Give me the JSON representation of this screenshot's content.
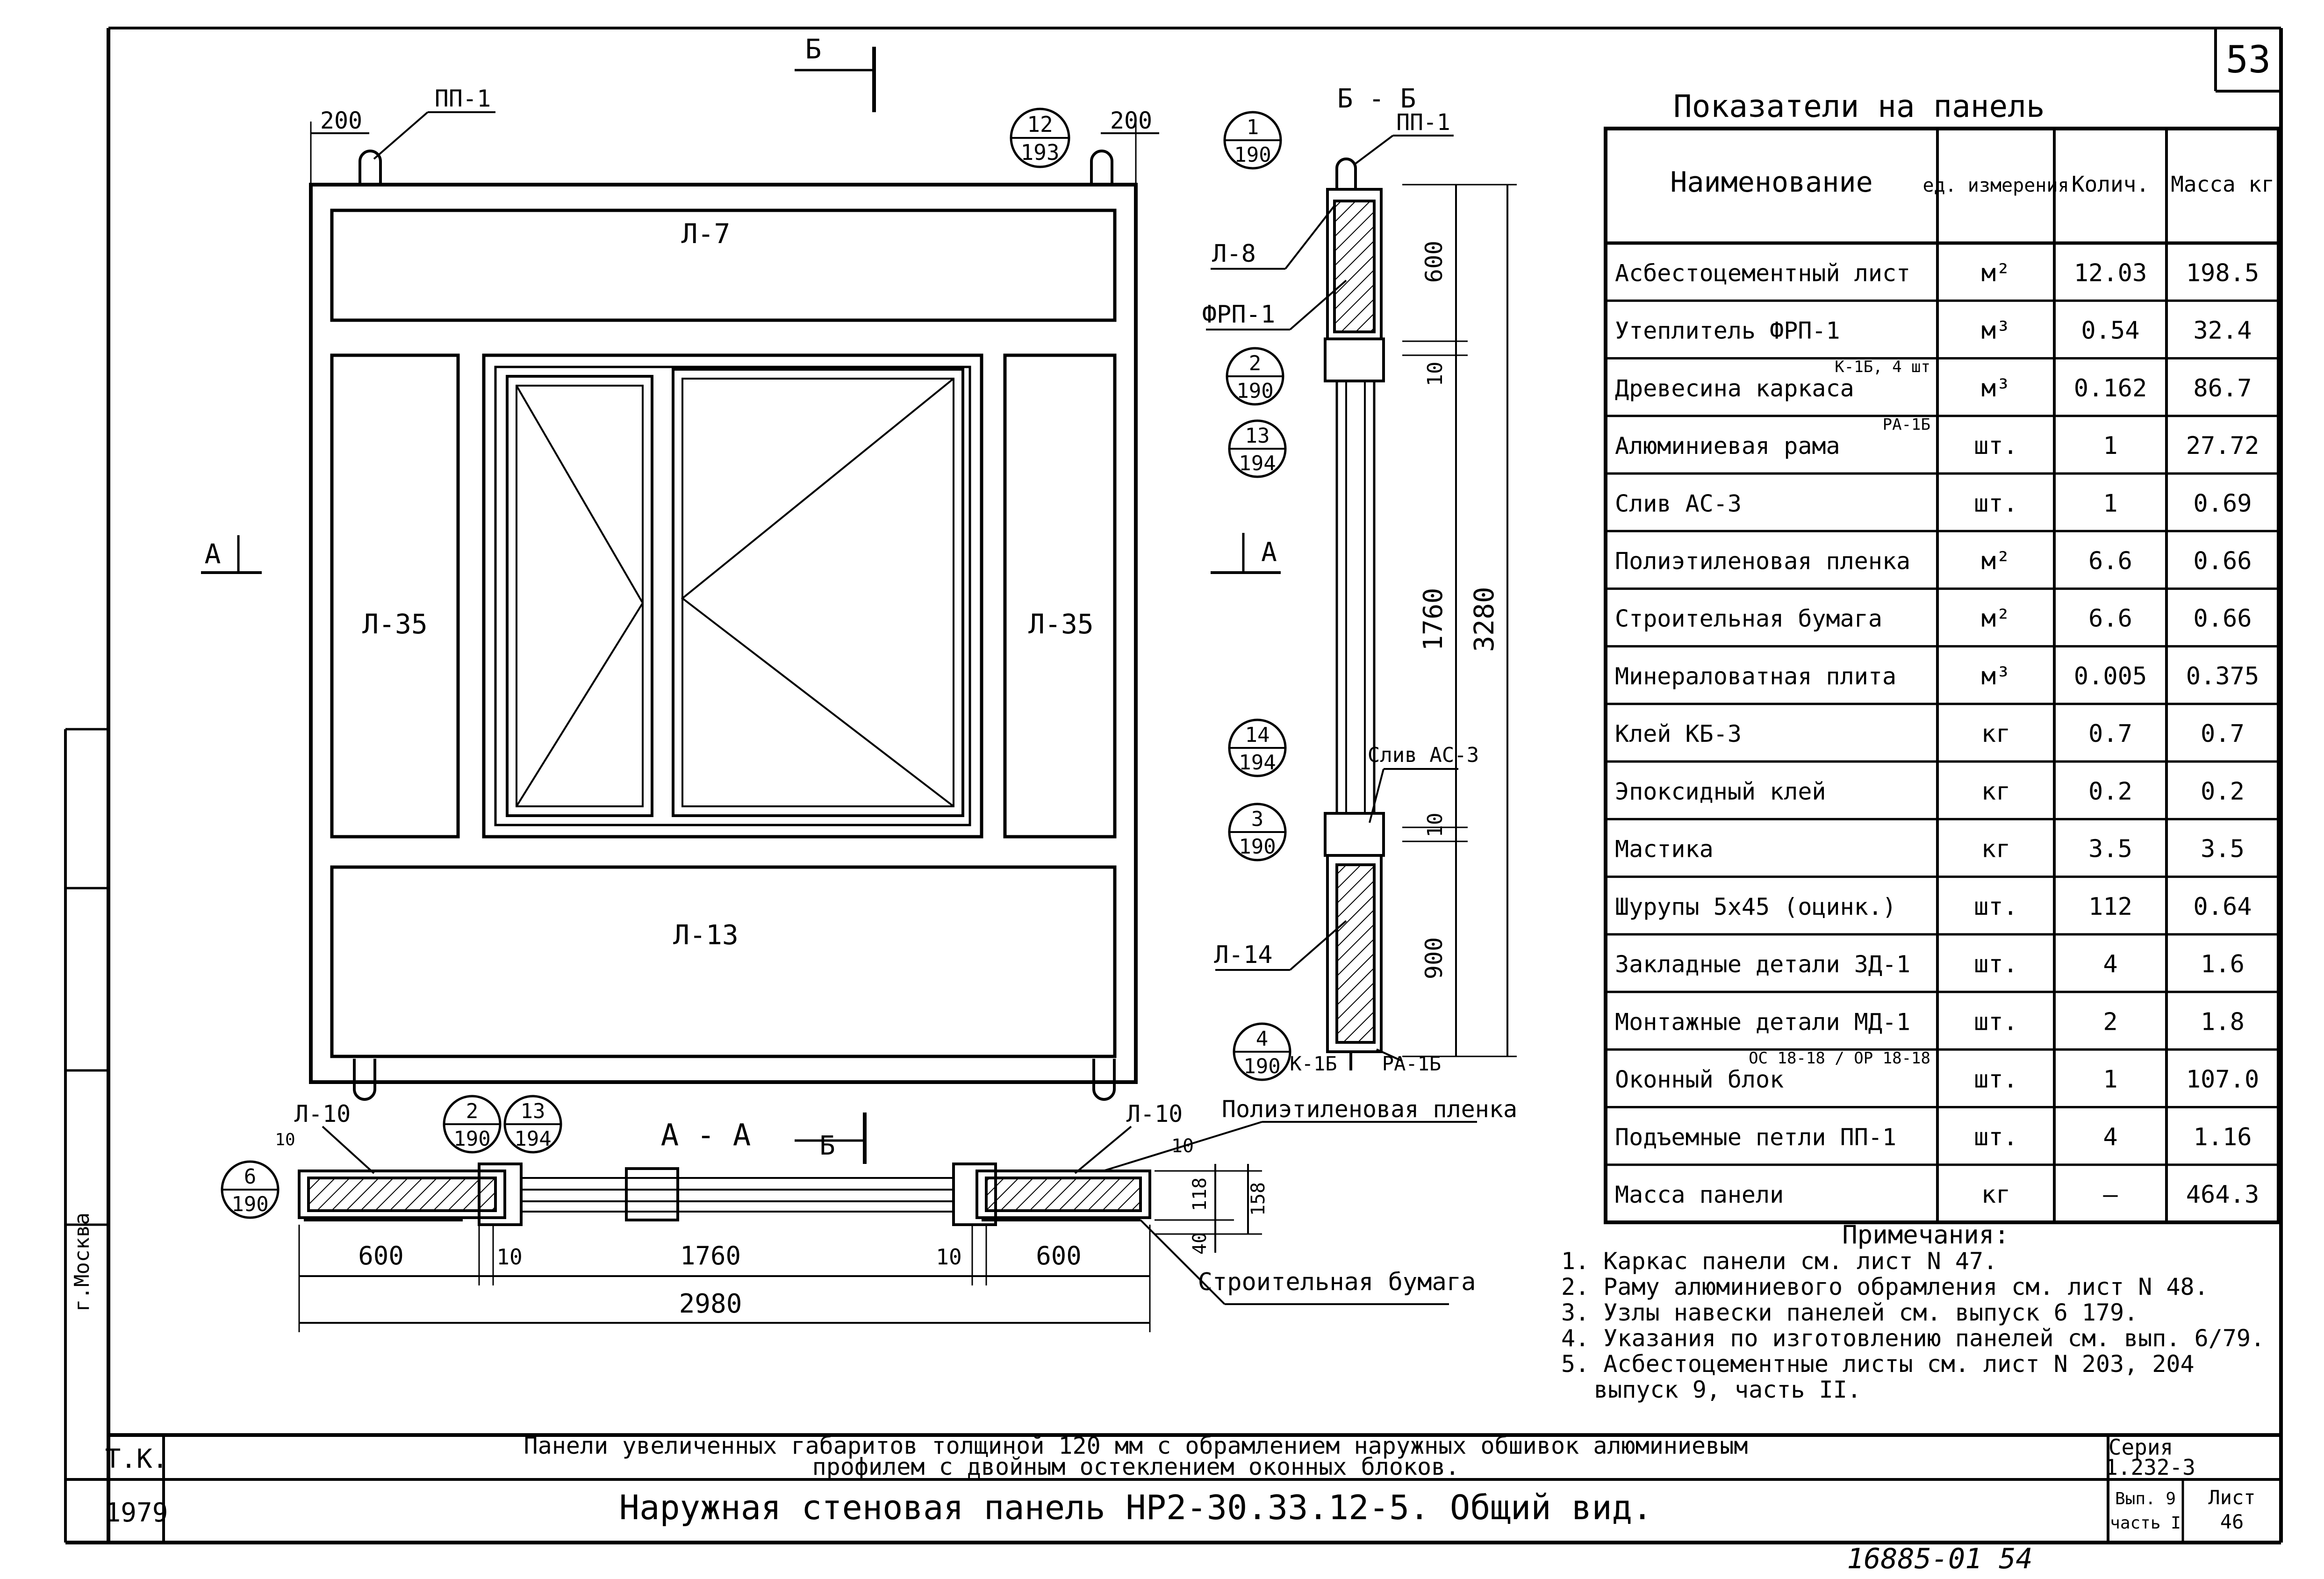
{
  "sheet": {
    "page_number": "53",
    "bottom_note": "16885-01 54",
    "side_labels": [
      "г.Москва"
    ]
  },
  "elevation": {
    "section_mark_top": "Б",
    "section_mark_side": "А",
    "dim_left": "200",
    "dim_right": "200",
    "loop_label": "ПП-1",
    "callout_top": {
      "num": "12",
      "den": "193"
    },
    "panels": {
      "top": "Л-7",
      "left": "Л-35",
      "right": "Л-35",
      "bottom": "Л-13"
    }
  },
  "section_bb": {
    "title": "Б - Б",
    "loop_label": "ПП-1",
    "labels": {
      "l8": "Л-8",
      "frp": "ФРП-1",
      "l14": "Л-14",
      "sliv": "Слив АС-3",
      "k1b": "К-1Б",
      "ra1b": "РА-1Б",
      "section_a": "А"
    },
    "callouts": [
      {
        "num": "1",
        "den": "190"
      },
      {
        "num": "2",
        "den": "190"
      },
      {
        "num": "13",
        "den": "194"
      },
      {
        "num": "14",
        "den": "194"
      },
      {
        "num": "3",
        "den": "190"
      },
      {
        "num": "4",
        "den": "190"
      }
    ],
    "dims": {
      "d600": "600",
      "d10a": "10",
      "d1760": "1760",
      "d10b": "10",
      "d900": "900",
      "total": "3280"
    }
  },
  "section_aa": {
    "title": "А - А",
    "mark_b": "Б",
    "labels": {
      "l10_left": "Л-10",
      "l10_right": "Л-10",
      "film": "Полиэтиленовая пленка",
      "paper": "Строительная бумага"
    },
    "callouts": [
      {
        "num": "6",
        "den": "190"
      },
      {
        "num": "2",
        "den": "190"
      },
      {
        "num": "13",
        "den": "194"
      }
    ],
    "dims": {
      "left600": "600",
      "l10": "10",
      "mid": "1760",
      "r10": "10",
      "right600": "600",
      "total": "2980",
      "small_left": "10",
      "small_right": "10",
      "h118": "118",
      "h158": "158",
      "h40": "40"
    }
  },
  "table": {
    "title": "Показатели на панель",
    "headers": [
      "Наименование",
      "ед. измерения",
      "Колич.",
      "Масса кг"
    ],
    "rows": [
      {
        "name": "Асбестоцементный лист",
        "note": "",
        "unit": "м²",
        "qty": "12.03",
        "mass": "198.5"
      },
      {
        "name": "Утеплитель ФРП-1",
        "note": "",
        "unit": "м³",
        "qty": "0.54",
        "mass": "32.4"
      },
      {
        "name": "Древесина каркаса",
        "note": "К-1Б, 4 шт",
        "unit": "м³",
        "qty": "0.162",
        "mass": "86.7"
      },
      {
        "name": "Алюминиевая рама",
        "note": "РА-1Б",
        "unit": "шт.",
        "qty": "1",
        "mass": "27.72"
      },
      {
        "name": "Слив АС-3",
        "note": "",
        "unit": "шт.",
        "qty": "1",
        "mass": "0.69"
      },
      {
        "name": "Полиэтиленовая пленка",
        "note": "",
        "unit": "м²",
        "qty": "6.6",
        "mass": "0.66"
      },
      {
        "name": "Строительная бумага",
        "note": "",
        "unit": "м²",
        "qty": "6.6",
        "mass": "0.66"
      },
      {
        "name": "Минераловатная плита",
        "note": "",
        "unit": "м³",
        "qty": "0.005",
        "mass": "0.375"
      },
      {
        "name": "Клей КБ-3",
        "note": "",
        "unit": "кг",
        "qty": "0.7",
        "mass": "0.7"
      },
      {
        "name": "Эпоксидный клей",
        "note": "",
        "unit": "кг",
        "qty": "0.2",
        "mass": "0.2"
      },
      {
        "name": "Мастика",
        "note": "",
        "unit": "кг",
        "qty": "3.5",
        "mass": "3.5"
      },
      {
        "name": "Шурупы 5х45 (оцинк.)",
        "note": "",
        "unit": "шт.",
        "qty": "112",
        "mass": "0.64"
      },
      {
        "name": "Закладные детали ЗД-1",
        "note": "",
        "unit": "шт.",
        "qty": "4",
        "mass": "1.6"
      },
      {
        "name": "Монтажные детали МД-1",
        "note": "",
        "unit": "шт.",
        "qty": "2",
        "mass": "1.8"
      },
      {
        "name": "Оконный блок",
        "note": "ОС 18-18 / ОР 18-18",
        "unit": "шт.",
        "qty": "1",
        "mass": "107.0"
      },
      {
        "name": "Подъемные петли ПП-1",
        "note": "",
        "unit": "шт.",
        "qty": "4",
        "mass": "1.16"
      },
      {
        "name": "Масса панели",
        "note": "",
        "unit": "кг",
        "qty": "—",
        "mass": "464.3"
      }
    ]
  },
  "notes": {
    "title": "Примечания:",
    "items": [
      "1. Каркас панели см. лист N 47.",
      "2. Раму алюминиевого обрамления см. лист N 48.",
      "3. Узлы навески панелей см. выпуск 6 179.",
      "4. Указания по изготовлению панелей см. вып. 6/79.",
      "5. Асбестоцементные листы см. лист N 203, 204",
      "выпуск 9, часть II."
    ]
  },
  "title_block": {
    "org": "Т.К.",
    "year": "1979",
    "desc_line1": "Панели увеличенных габаритов толщиной 120 мм с обрамлением наружных обшивок алюминиевым",
    "desc_line2": "профилем с двойным остеклением оконных блоков.",
    "title": "Наружная стеновая панель НР2-30.33.12-5. Общий вид.",
    "series_label": "Серия",
    "series_value": "1.232-3",
    "issue": "Вып. 9",
    "part": "часть I",
    "sheet_label": "Лист",
    "sheet_value": "46"
  }
}
